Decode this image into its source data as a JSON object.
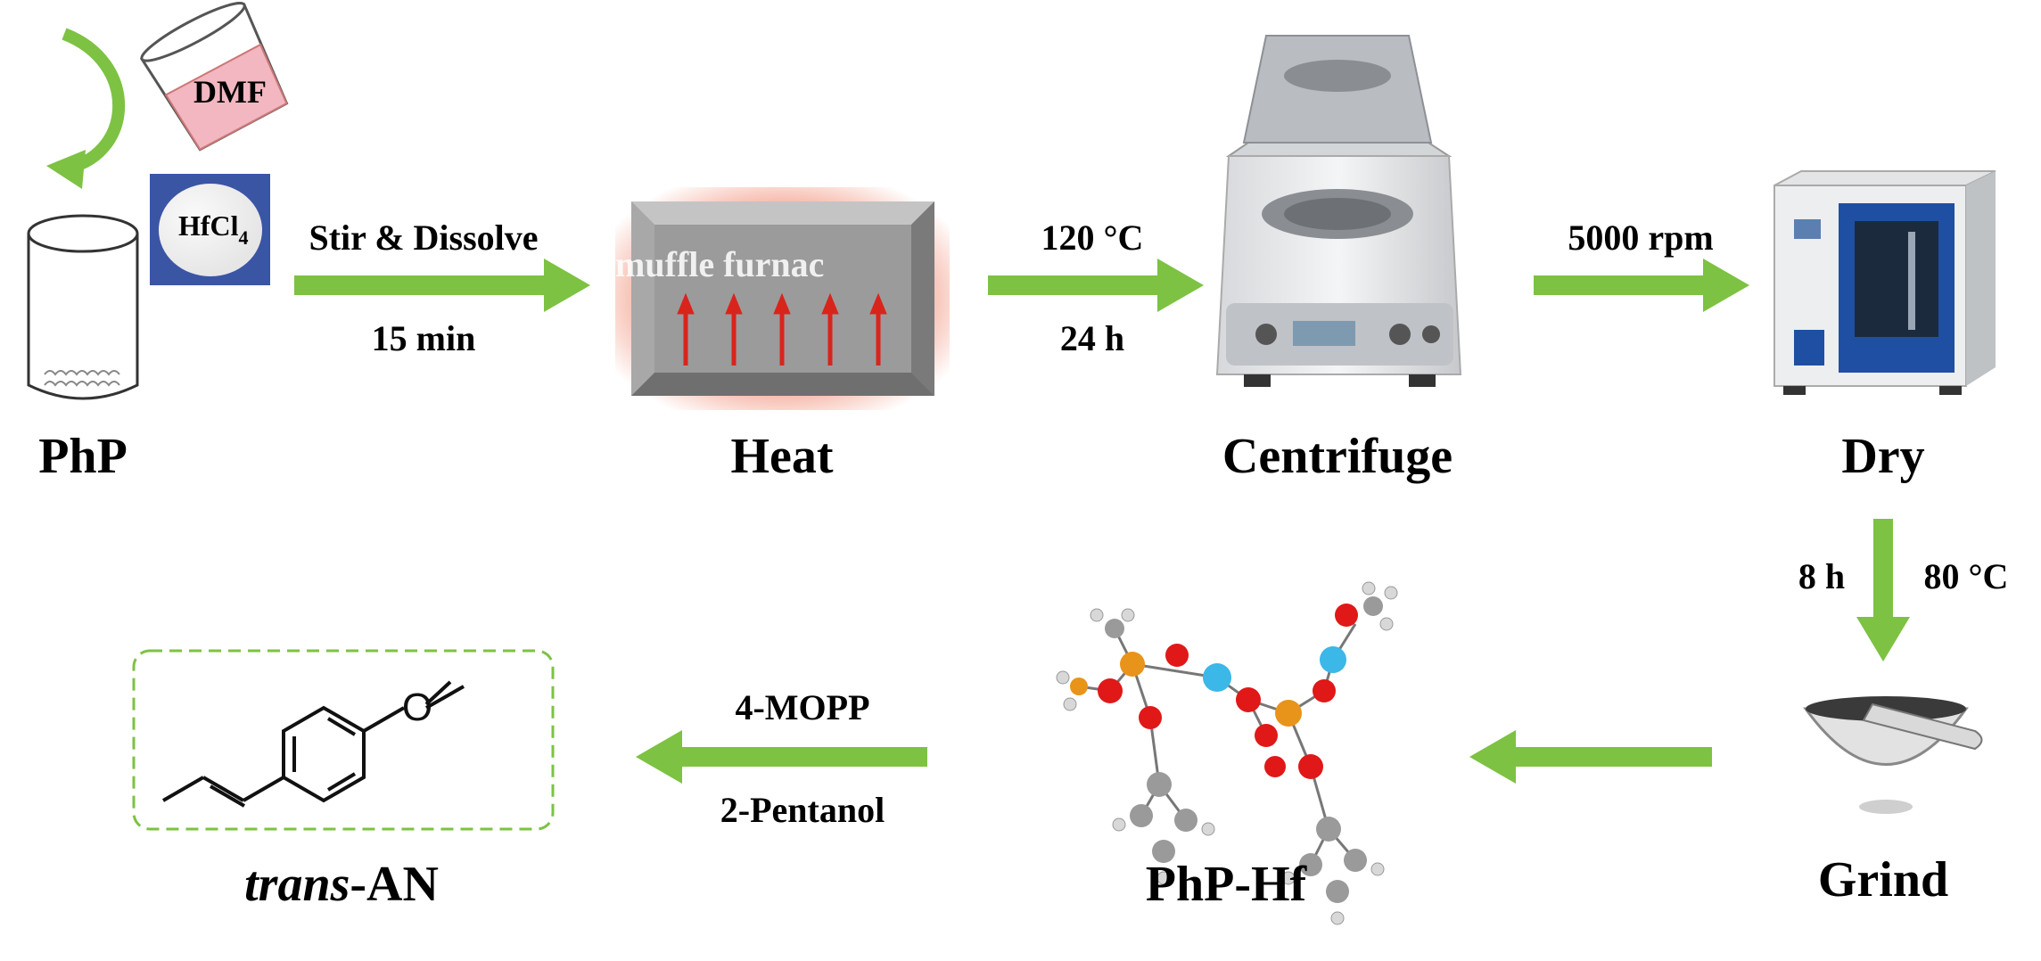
{
  "steps": {
    "php": "PhP",
    "heat": "Heat",
    "centrifuge": "Centrifuge",
    "dry": "Dry",
    "grind": "Grind",
    "php_hf": "PhP-Hf",
    "product_prefix": "trans",
    "product_suffix": "-AN"
  },
  "conditions": {
    "stir": "Stir & Dissolve",
    "stir_time": "15 min",
    "temp": "120 °C",
    "heat_time": "24 h",
    "speed": "5000 rpm",
    "dry_time": "8 h",
    "dry_temp": "80 °C",
    "reactant": "4-MOPP",
    "solvent": "2-Pentanol"
  },
  "reagents": {
    "dmf": "DMF",
    "hfcl4": "HfCl",
    "hfcl4_sub": "4"
  },
  "equipment": {
    "furnace_text": "muffle furnac"
  },
  "colors": {
    "arrow": "#7dc242",
    "box_dash": "#7dc242",
    "furnace_arrow": "#d9241c",
    "oven_door": "#1f4fa3",
    "oxygen": "#e01818",
    "phosphorus": "#e8941a",
    "hafnium": "#3bb7e8",
    "carbon": "#9a9a9a",
    "hydrogen": "#d8d8d8"
  }
}
